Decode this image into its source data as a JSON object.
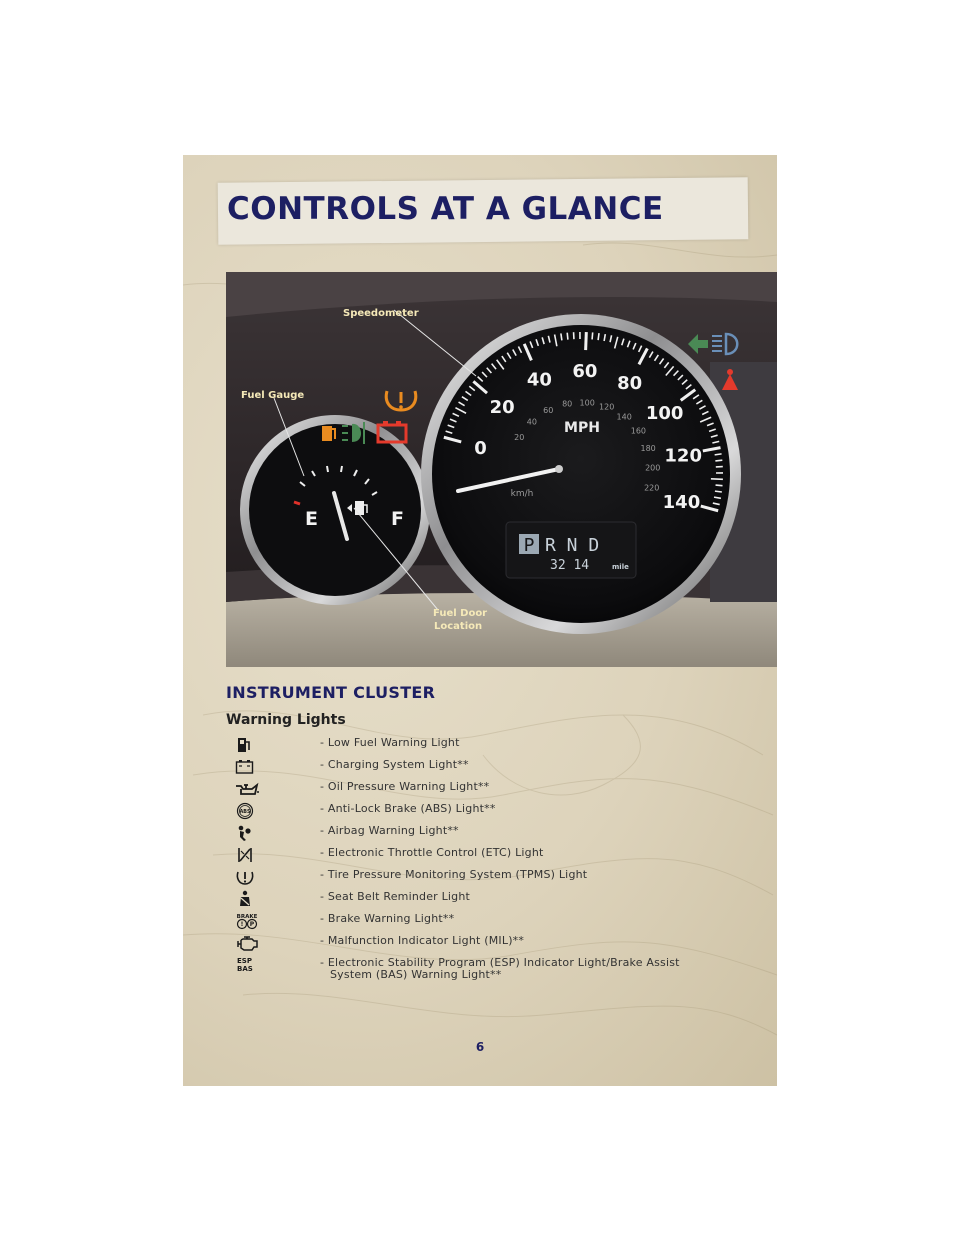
{
  "page": {
    "header_title": "CONTROLS AT A GLANCE",
    "section_title": "INSTRUMENT CLUSTER",
    "subsection_title": "Warning Lights",
    "page_number": "6"
  },
  "photo": {
    "callouts": {
      "speedometer": "Speedometer",
      "fuel_gauge": "Fuel Gauge",
      "fuel_door_line1": "Fuel Door",
      "fuel_door_line2": "Location"
    },
    "speedometer": {
      "mph_ticks": [
        "0",
        "20",
        "40",
        "60",
        "80",
        "100",
        "120",
        "140"
      ],
      "kmh_ticks": [
        "20",
        "40",
        "60",
        "80",
        "100",
        "120",
        "140",
        "160",
        "180",
        "200",
        "220"
      ],
      "unit_mph": "MPH",
      "unit_kmh": "km/h",
      "gear_selected": "P",
      "gears_other": "R N D",
      "odometer": "32 14",
      "odometer_unit": "mile"
    },
    "fuel_gauge": {
      "empty": "E",
      "full": "F"
    }
  },
  "warning_lights": [
    {
      "icon": "fuel-pump-icon",
      "text": "- Low Fuel Warning Light"
    },
    {
      "icon": "battery-icon",
      "text": "- Charging System Light**"
    },
    {
      "icon": "oil-can-icon",
      "text": "- Oil Pressure Warning Light**"
    },
    {
      "icon": "abs-icon",
      "text": "- Anti-Lock Brake (ABS) Light**"
    },
    {
      "icon": "airbag-icon",
      "text": "- Airbag Warning Light**"
    },
    {
      "icon": "throttle-icon",
      "text": "- Electronic Throttle Control (ETC) Light"
    },
    {
      "icon": "tire-pressure-icon",
      "text": "- Tire Pressure Monitoring System (TPMS) Light"
    },
    {
      "icon": "seat-belt-icon",
      "text": "- Seat Belt Reminder Light"
    },
    {
      "icon": "brake-icon",
      "icon_text": "BRAKE",
      "text": "- Brake Warning Light**"
    },
    {
      "icon": "engine-icon",
      "text": "- Malfunction Indicator Light (MIL)**"
    },
    {
      "icon": "esp-bas-icon",
      "icon_text_1": "ESP",
      "icon_text_2": "BAS",
      "text": "- Electronic Stability Program (ESP) Indicator Light/Brake Assist",
      "text_cont": "System (BAS) Warning Light**"
    }
  ],
  "colors": {
    "brand_navy": "#1d1f63",
    "page_background": "#ddd3bb",
    "banner_background": "#ebe7dc",
    "warning_amber": "#e98b20",
    "warning_red": "#e43a2c",
    "indicator_green": "#4a8a55",
    "indicator_blue": "#6a8fb8"
  }
}
